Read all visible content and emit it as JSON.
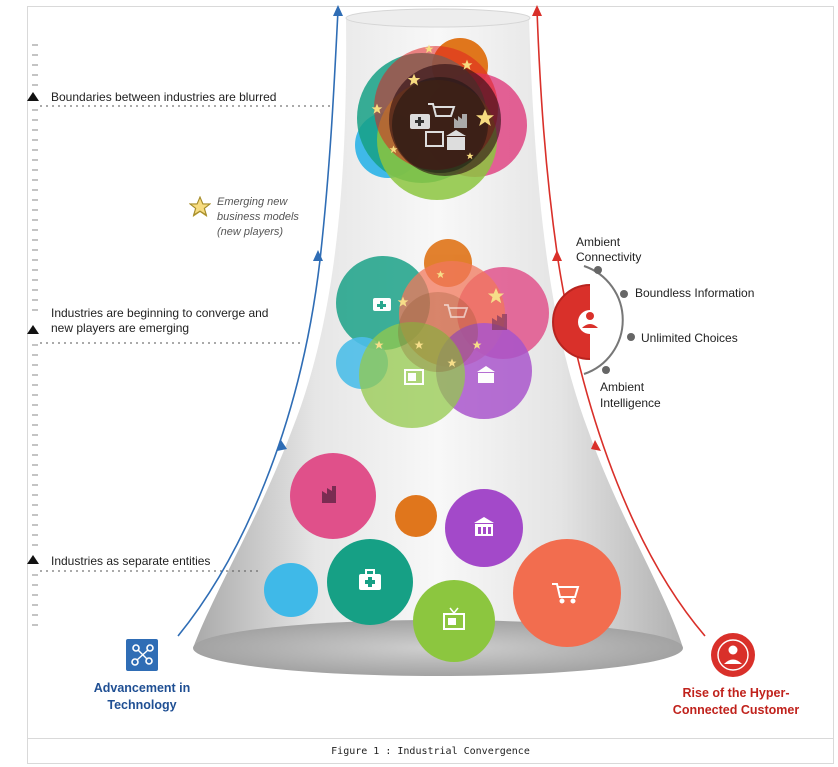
{
  "figure": {
    "caption": "Figure 1 : Industrial Convergence"
  },
  "stages": {
    "top": "Boundaries between industries are blurred",
    "middle_line1": "Industries are beginning to converge and",
    "middle_line2": "new players are emerging",
    "bottom": "Industries as separate entities"
  },
  "legend": {
    "star_line1": "Emerging new",
    "star_line2": "business models",
    "star_line3": "(new players)",
    "star_icon": "star-icon"
  },
  "customer_attributes": {
    "connectivity_line1": "Ambient",
    "connectivity_line2": "Connectivity",
    "information": "Boundless Information",
    "choices": "Unlimited Choices",
    "intelligence_line1": "Ambient",
    "intelligence_line2": "Intelligence"
  },
  "drivers": {
    "technology_line1": "Advancement in",
    "technology_line2": "Technology",
    "customer_line1": "Rise of the Hyper-",
    "customer_line2": "Connected Customer"
  },
  "colors": {
    "technology_blue": "#2f6db5",
    "customer_red": "#d9302a",
    "healthcare_teal": "#16a085",
    "retail_salmon": "#f26d4f",
    "manufacturing_pink": "#e0508a",
    "media_green": "#8cc63f",
    "finance_purple": "#a349c9",
    "sky_blue": "#3fb9e8",
    "orange": "#e0761c",
    "star_gold": "#f7dc80"
  },
  "industry_icons": [
    "factory-icon",
    "bank-icon",
    "medical-bag-icon",
    "tv-icon",
    "shopping-cart-icon"
  ]
}
